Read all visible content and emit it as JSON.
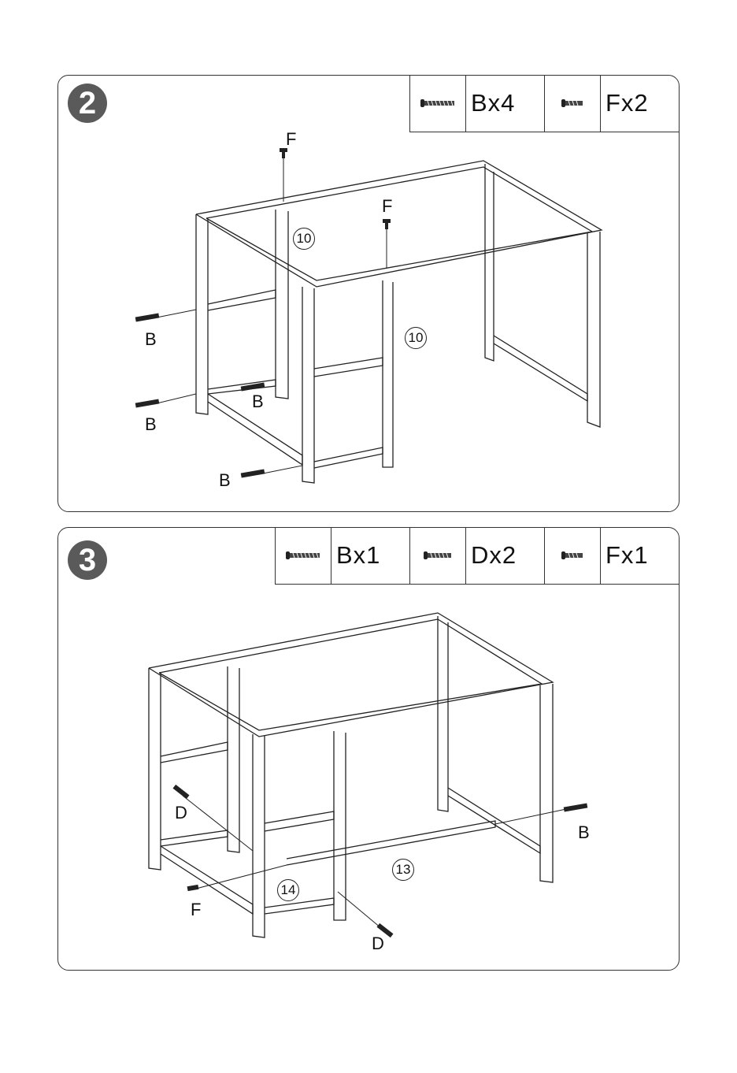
{
  "step2": {
    "number": "2",
    "hardware": [
      {
        "icon": "screw-long-icon",
        "label": "Bx4"
      },
      {
        "icon": "screw-short-icon",
        "label": "Fx2"
      }
    ],
    "labels": {
      "f_top": "F",
      "f_mid": "F",
      "b1": "B",
      "b2": "B",
      "b3": "B",
      "b4": "B"
    },
    "parts": {
      "p1": "10",
      "p2": "10"
    }
  },
  "step3": {
    "number": "3",
    "hardware": [
      {
        "icon": "screw-long-icon",
        "label": "Bx1"
      },
      {
        "icon": "screw-medium-icon",
        "label": "Dx2"
      },
      {
        "icon": "screw-short-icon",
        "label": "Fx1"
      }
    ],
    "labels": {
      "d_top": "D",
      "d_bot": "D",
      "f": "F",
      "b": "B"
    },
    "parts": {
      "p13": "13",
      "p14": "14"
    }
  }
}
